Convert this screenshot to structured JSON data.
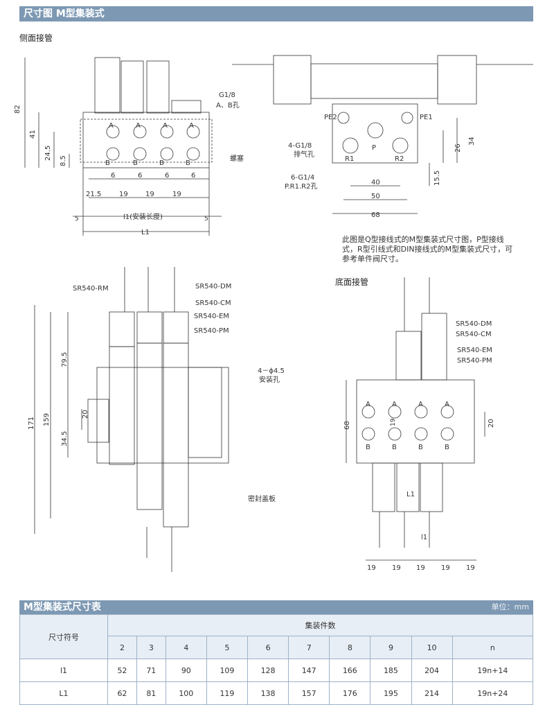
{
  "header": {
    "title": "尺寸图 M型集装式"
  },
  "sections": {
    "side": "侧面接管",
    "bottom": "底面接管"
  },
  "note": "此图是Q型接线式的M型集装式尺寸图，P型接线式，R型引线式和DIN接线式的M型集装式尺寸，可参考单件阀尺寸。",
  "drawing1": {
    "dims": {
      "h82": "82",
      "h41": "41",
      "h245": "24.5",
      "h85": "8.5",
      "w215": "21.5",
      "w19a": "19",
      "w19b": "19",
      "w19c": "19",
      "w6a": "6",
      "w6b": "6",
      "w6c": "6",
      "w6d": "6",
      "w5l": "5",
      "w5r": "5",
      "l1": "l1(安装长度)",
      "L1": "L1"
    },
    "labels": {
      "A1": "A",
      "A2": "A",
      "A3": "A",
      "A4": "A",
      "B1": "B",
      "B2": "B",
      "B3": "B",
      "B4": "B",
      "g18": "G1/8",
      "ab": "A、B孔",
      "plug": "螺塞"
    }
  },
  "drawing2": {
    "labels": {
      "pe2": "PE2",
      "pe1": "PE1",
      "exh": "4-G1/8",
      "exhsub": "排气孔",
      "port": "6-G1/4",
      "portsub": "P.R1.R2孔",
      "r1": "R1",
      "p": "P",
      "r2": "R2"
    },
    "dims": {
      "d40": "40",
      "d50": "50",
      "d68": "68",
      "d26": "26",
      "d34": "34",
      "d155": "15.5"
    }
  },
  "drawing3": {
    "labels": {
      "rm": "SR540-RM",
      "dm": "SR540-DM",
      "cm": "SR540-CM",
      "em": "SR540-EM",
      "pm": "SR540-PM",
      "holes": "4－ϕ4.5",
      "holesub": "安装孔",
      "cover": "密封盖板"
    },
    "dims": {
      "d171": "171",
      "d159": "159",
      "d795": "79.5",
      "d345": "34.5",
      "d20": "20"
    }
  },
  "drawing4": {
    "labels": {
      "dm": "SR540-DM",
      "cm": "SR540-CM",
      "em": "SR540-EM",
      "pm": "SR540-PM",
      "A1": "A",
      "A2": "A",
      "A3": "A",
      "A4": "A",
      "B1": "B",
      "B2": "B",
      "B3": "B",
      "B4": "B",
      "L1": "L1",
      "l1": "l1"
    },
    "dims": {
      "d68": "68",
      "d20": "20",
      "d19v": "19",
      "w1": "19",
      "w2": "19",
      "w3": "19",
      "w4": "19",
      "w5": "19"
    }
  },
  "table": {
    "title": "M型集装式尺寸表",
    "unit": "单位：mm",
    "row_header": "尺寸符号",
    "group_header": "集装件数",
    "columns": [
      "2",
      "3",
      "4",
      "5",
      "6",
      "7",
      "8",
      "9",
      "10",
      "n"
    ],
    "rows": [
      {
        "label": "l1",
        "values": [
          "52",
          "71",
          "90",
          "109",
          "128",
          "147",
          "166",
          "185",
          "204",
          "19n+14"
        ]
      },
      {
        "label": "L1",
        "values": [
          "62",
          "81",
          "100",
          "119",
          "138",
          "157",
          "176",
          "195",
          "214",
          "19n+24"
        ]
      }
    ]
  }
}
